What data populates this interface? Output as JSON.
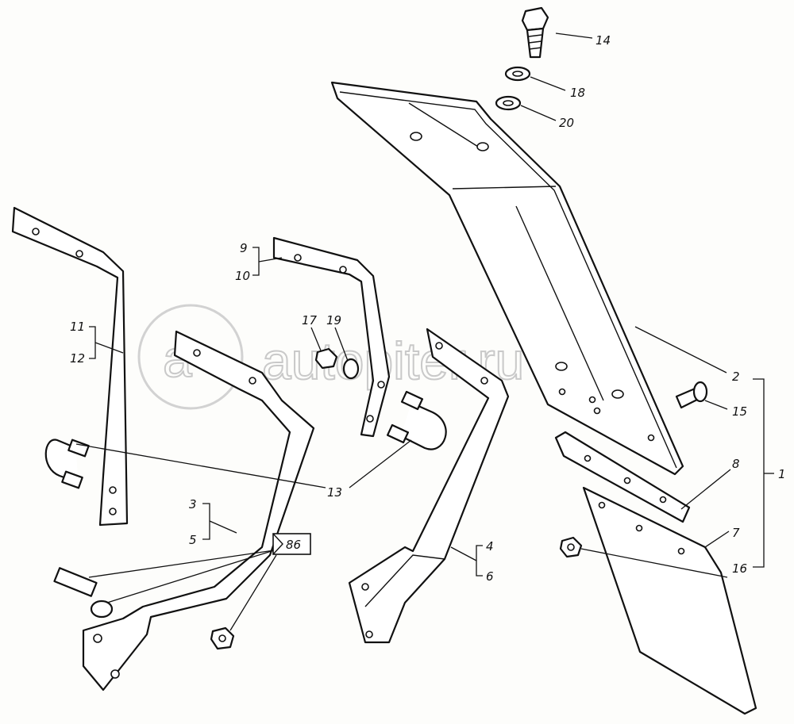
{
  "watermark": "autopiter.ru",
  "labels": {
    "p1": "1",
    "p2": "2",
    "p3": "3",
    "p4": "4",
    "p5": "5",
    "p6": "6",
    "p7": "7",
    "p8": "8",
    "p9": "9",
    "p10": "10",
    "p11": "11",
    "p12": "12",
    "p13": "13",
    "p14": "14",
    "p15": "15",
    "p16": "16",
    "p17": "17",
    "p18": "18",
    "p19": "19",
    "p20": "20",
    "ref86": "86"
  }
}
